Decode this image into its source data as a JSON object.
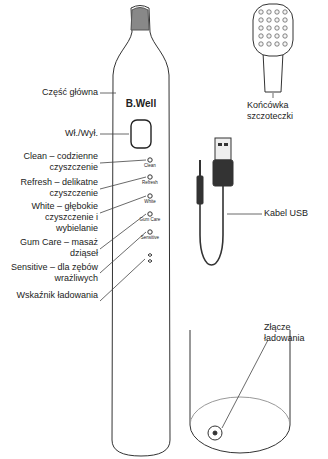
{
  "diagram": {
    "labels": [
      "Końcówka szczoteczki",
      "Część główna",
      "B.Well",
      "Wł./Wył.",
      "Clean – codzienne czyszczenie",
      "Refresh – delikatne czyszczenie",
      "White – głębokie czyszczenie i wybielanie",
      "Gum Care – masaż dziąseł",
      "Sensitive – dla zębów wrażliwych",
      "Wskaźnik ładowania",
      "Kabel USB",
      "Złącze ładowania",
      "Clean",
      "Refresh",
      "White",
      "Gum Care",
      "Sensitive"
    ]
  }
}
